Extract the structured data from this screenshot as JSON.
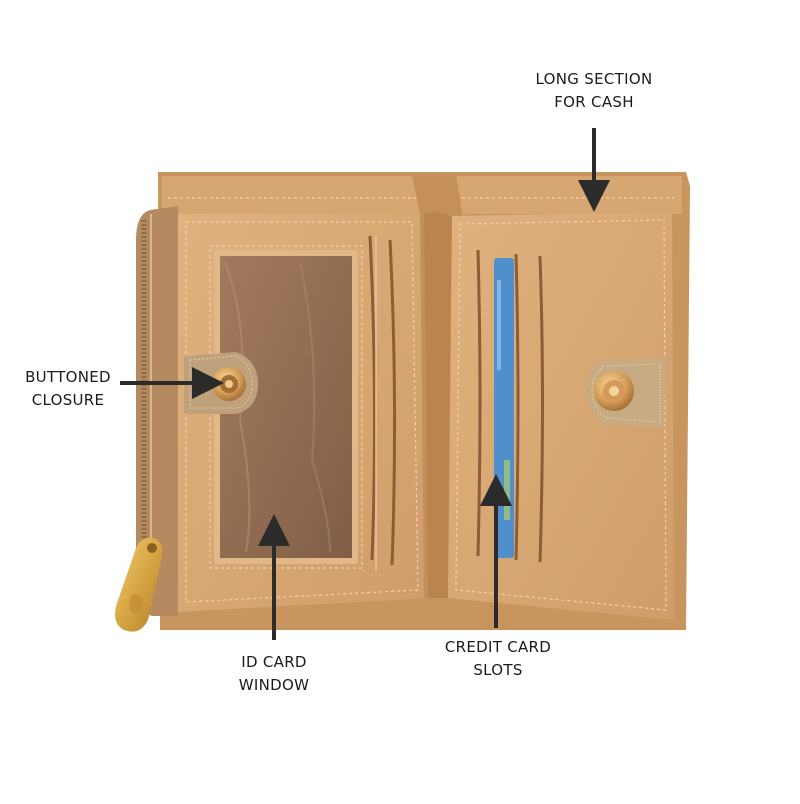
{
  "labels": {
    "cash": {
      "line1": "LONG SECTION",
      "line2": "FOR CASH"
    },
    "closure": {
      "line1": "BUTTONED",
      "line2": "CLOSURE"
    },
    "id_window": {
      "line1": "ID CARD",
      "line2": "WINDOW"
    },
    "credit": {
      "line1": "CREDIT CARD",
      "line2": "SLOTS"
    }
  },
  "colors": {
    "background": "#ffffff",
    "leather": "#d8a874",
    "leather_dark": "#b98a58",
    "stitch": "#f3d7b2",
    "window": "#9c7256",
    "gold": "#d9a94a",
    "metallic_tab": "#bfa27c",
    "card_blue": "#4f90cc",
    "arrow": "#2b2b2b"
  }
}
